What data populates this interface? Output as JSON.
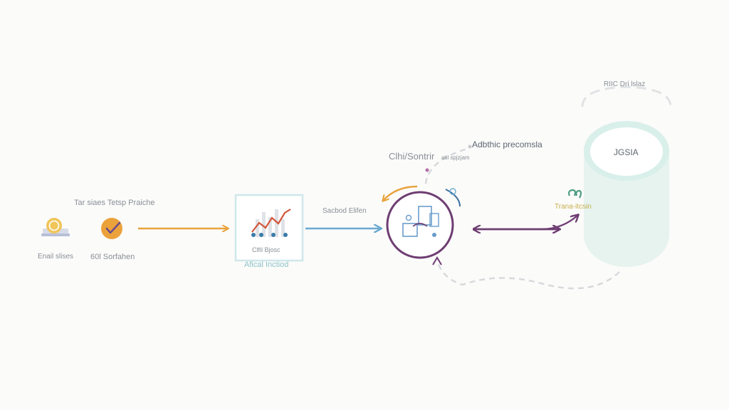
{
  "labels": {
    "source_title": "Tar siaes Tetsp Praiche",
    "email_label": "Enail slises",
    "check_label": "60l Sorfahen",
    "chart_label": "Clfil Bjosc",
    "chart_sublabel": "Afical Inctiod",
    "middle_arrow_label": "Sacbod Elifen",
    "circle_top_label": "Clhi/Sontrir",
    "circle_top_sub": "atil spjzjam",
    "process_label": "Adbthic precomsla",
    "transfer_label": "Trana-itcsin",
    "db_top_label": "RIIC Dri lslaz",
    "db_label": "JGSIA"
  },
  "colors": {
    "orange": "#e9a23b",
    "blue": "#6aa9d0",
    "purple": "#6e3d72",
    "teal_border": "#cfe7ea",
    "cylinder": "#e6f3ef",
    "green_icon": "#4e9e84"
  }
}
